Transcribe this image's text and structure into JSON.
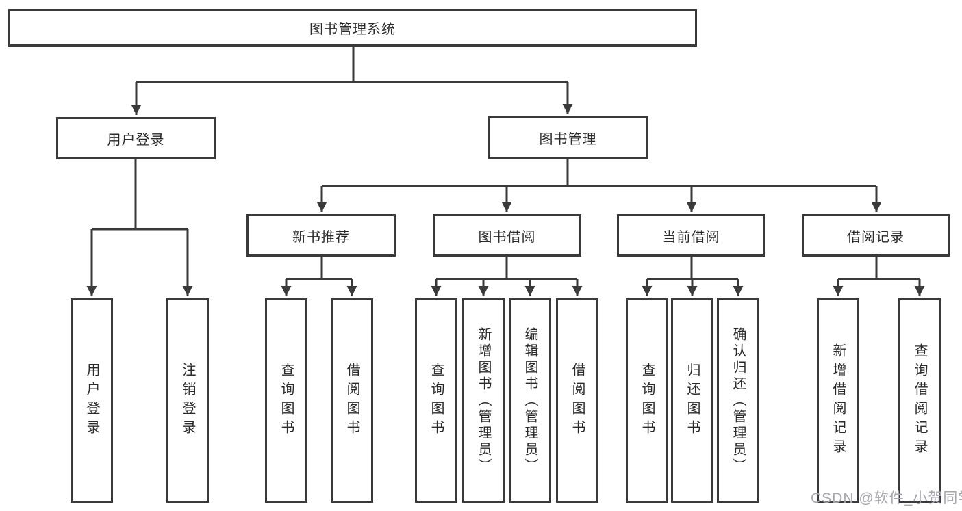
{
  "tree": {
    "label": "图书管理系统",
    "children": [
      {
        "label": "用户登录",
        "children": [
          {
            "label": "用户登录"
          },
          {
            "label": "注销登录"
          }
        ]
      },
      {
        "label": "图书管理",
        "children": [
          {
            "label": "新书推荐",
            "children": [
              {
                "label": "查询图书"
              },
              {
                "label": "借阅图书"
              }
            ]
          },
          {
            "label": "图书借阅",
            "children": [
              {
                "label": "查询图书"
              },
              {
                "label": "新增图书（管理员）"
              },
              {
                "label": "编辑图书（管理员）"
              },
              {
                "label": "借阅图书"
              }
            ]
          },
          {
            "label": "当前借阅",
            "children": [
              {
                "label": "查询图书"
              },
              {
                "label": "归还图书"
              },
              {
                "label": "确认归还（管理员）"
              }
            ]
          },
          {
            "label": "借阅记录",
            "children": [
              {
                "label": "新增借阅记录"
              },
              {
                "label": "查询借阅记录"
              }
            ]
          }
        ]
      }
    ]
  },
  "watermark": {
    "text": "CSDN @软件_小贺同学"
  },
  "colors": {
    "line": "#3a3a3c",
    "text": "#2b2b2d",
    "watermark": "#a6a6b0",
    "bg": "#ffffff"
  }
}
